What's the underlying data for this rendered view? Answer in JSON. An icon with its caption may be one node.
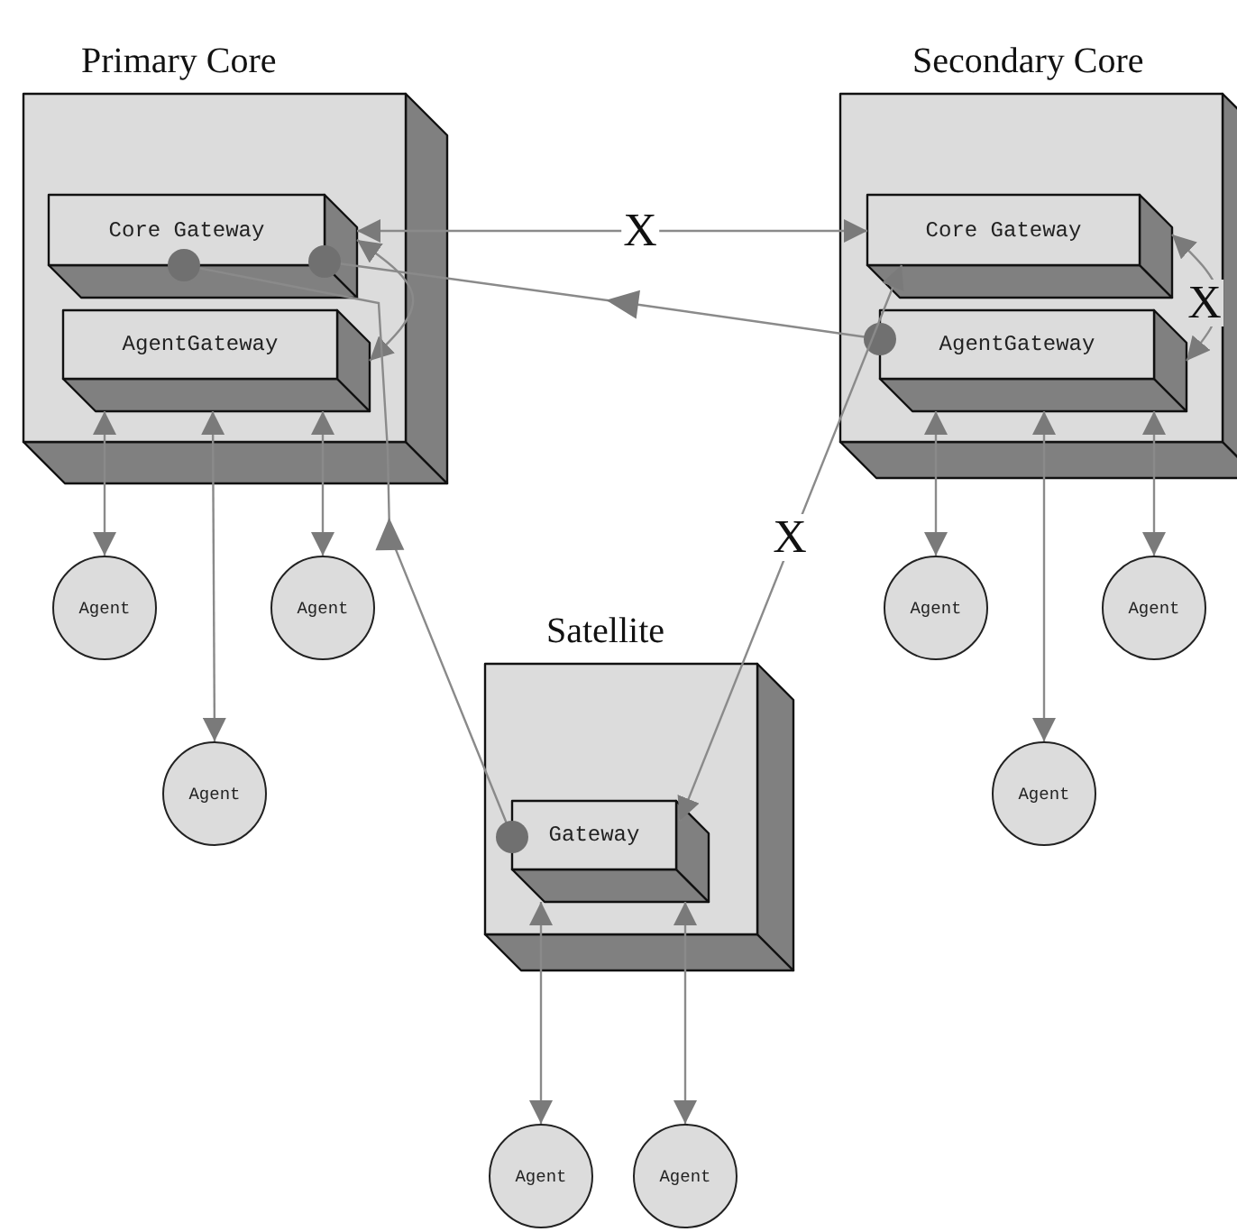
{
  "diagram": {
    "nodes": [
      {
        "text": [
          "Primary Core"
        ]
      },
      {
        "text": [
          "Core Gateway"
        ],
        "in": 0
      },
      {
        "text": [
          "AgentGateway"
        ],
        "in": 0
      },
      {
        "text": [
          "Secondary Core"
        ]
      },
      {
        "text": [
          "Core Gateway"
        ],
        "in": 3
      },
      {
        "text": [
          "AgentGateway"
        ],
        "in": 3
      },
      {
        "text": [
          "Satellite"
        ]
      },
      {
        "text": [
          "Gateway"
        ],
        "in": 6
      },
      {
        "text": [
          "Agent"
        ]
      },
      {
        "text": [
          "Agent"
        ]
      },
      {
        "text": [
          "Agent"
        ]
      },
      {
        "text": [
          "Agent"
        ]
      },
      {
        "text": [
          "Agent"
        ]
      },
      {
        "text": [
          "Agent"
        ]
      },
      {
        "text": [
          "Agent"
        ]
      },
      {
        "text": [
          "Agent"
        ]
      }
    ],
    "edges": [
      {
        "from": 1,
        "to": 4,
        "arrow": "both",
        "label": "X"
      },
      {
        "from": 1,
        "to": 2,
        "arrow": "both"
      },
      {
        "from": 4,
        "to": 5,
        "arrow": "both",
        "label": "X"
      },
      {
        "from": 5,
        "to": 1,
        "arrow": "to"
      },
      {
        "from": 7,
        "to": 1,
        "arrow": "to"
      },
      {
        "from": 7,
        "to": 4,
        "arrow": "both",
        "label": "X"
      },
      {
        "from": 2,
        "to": 8,
        "arrow": "both"
      },
      {
        "from": 2,
        "to": 10,
        "arrow": "both"
      },
      {
        "from": 2,
        "to": 9,
        "arrow": "both"
      },
      {
        "from": 5,
        "to": 11,
        "arrow": "both"
      },
      {
        "from": 5,
        "to": 13,
        "arrow": "both"
      },
      {
        "from": 5,
        "to": 12,
        "arrow": "both"
      },
      {
        "from": 7,
        "to": 14,
        "arrow": "both"
      },
      {
        "from": 7,
        "to": 15,
        "arrow": "both"
      }
    ]
  }
}
